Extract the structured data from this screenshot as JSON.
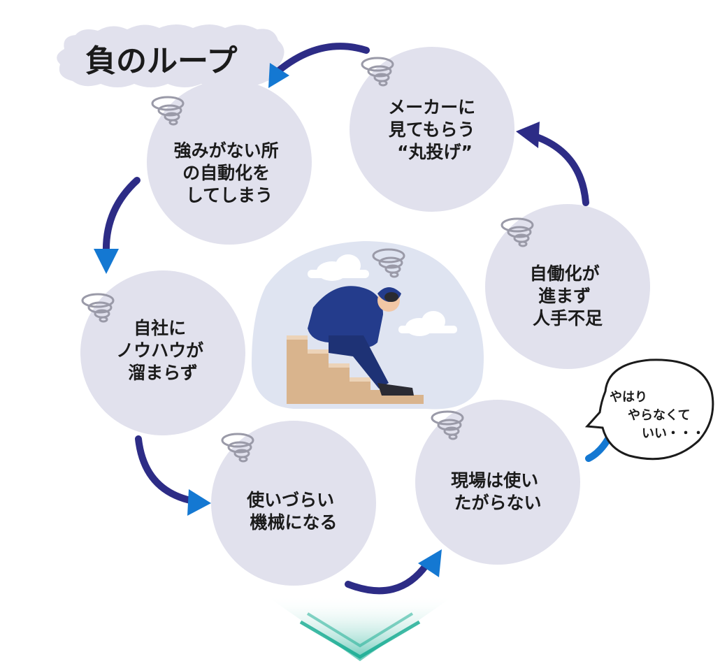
{
  "title": "負のループ",
  "nodes": [
    {
      "id": "maker",
      "lines": [
        "メーカーに",
        "見てもらう",
        "“丸投げ”"
      ]
    },
    {
      "id": "labor",
      "lines": [
        "自働化が",
        "進まず",
        "人手不足"
      ]
    },
    {
      "id": "field",
      "lines": [
        "現場は使い",
        "たがらない"
      ]
    },
    {
      "id": "hard",
      "lines": [
        "使いづらい",
        "機械になる"
      ]
    },
    {
      "id": "knowhow",
      "lines": [
        "自社に",
        "ノウハウが",
        "溜まらず"
      ]
    },
    {
      "id": "weak",
      "lines": [
        "強みがない所",
        "の自動化を",
        "してしまう"
      ]
    }
  ],
  "speech_bubble": {
    "lines": [
      "やはり",
      "やらなくて",
      "いい・・・"
    ]
  },
  "icons": [
    "dizzy-swirl-icon",
    "arrow-icon",
    "cloud-icon",
    "stairs-icon",
    "worried-businessman-icon",
    "down-chevron-icon"
  ],
  "colors": {
    "circle": "#e1e1ed",
    "arrow_dark": "#2d2c86",
    "arrow_light": "#1478d2",
    "suit": "#243c8c",
    "stairs": "#d9b48d",
    "scene_bg": "#dfe4f1",
    "chevron": "#0fa98e",
    "title_bg": "#e1e1ed"
  }
}
